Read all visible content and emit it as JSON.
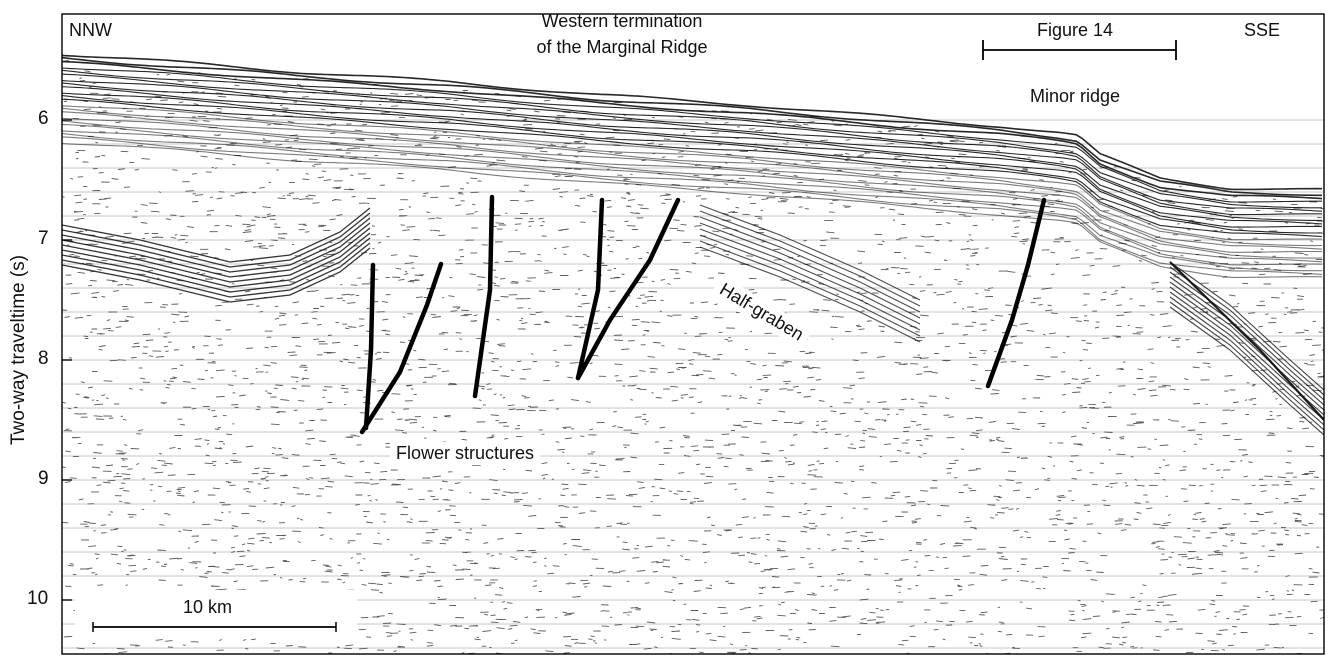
{
  "title_line1": "Western termination",
  "title_line2": "of the Marginal Ridge",
  "direction_left": "NNW",
  "direction_right": "SSE",
  "figure_ref": "Figure 14",
  "minor_ridge": "Minor ridge",
  "half_graben": "Half-graben",
  "flower_structures": "Flower structures",
  "scale_bar_label": "10 km",
  "y_axis": {
    "label": "Two-way traveltime (s)",
    "range": [
      5.35,
      10.4
    ],
    "ticks": [
      "6",
      "7",
      "8",
      "9",
      "10"
    ]
  },
  "colors": {
    "ink": "#111111",
    "paper": "#ffffff"
  }
}
